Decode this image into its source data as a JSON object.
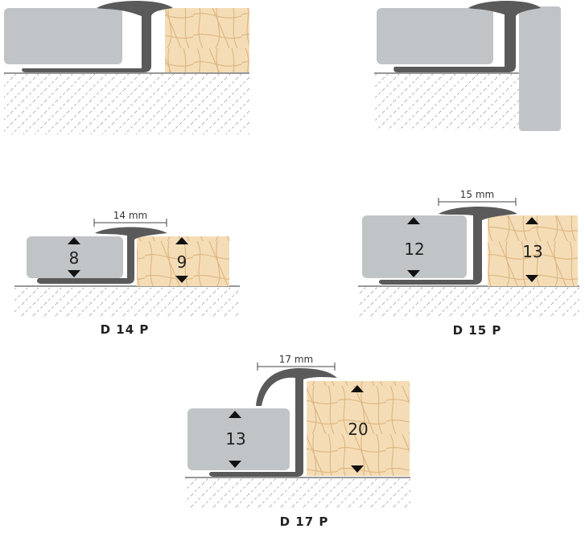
{
  "colors": {
    "tile": "#c0c4c7",
    "wood": "#f4ddb6",
    "wood_grain": "#dfb784",
    "profile": "#5a5a5a",
    "substrate_line": "#777777",
    "hatch": "#9a9a9a",
    "text": "#222222"
  },
  "panels": [
    {
      "id": "top-left"
    },
    {
      "id": "top-right"
    },
    {
      "id": "d14p",
      "caption": "D 14 P",
      "width_label": "14 mm",
      "left_height": "8",
      "right_height": "9"
    },
    {
      "id": "d15p",
      "caption": "D 15 P",
      "width_label": "15 mm",
      "left_height": "12",
      "right_height": "13"
    },
    {
      "id": "d17p",
      "caption": "D 17 P",
      "width_label": "17 mm",
      "left_height": "13",
      "right_height": "20"
    }
  ]
}
